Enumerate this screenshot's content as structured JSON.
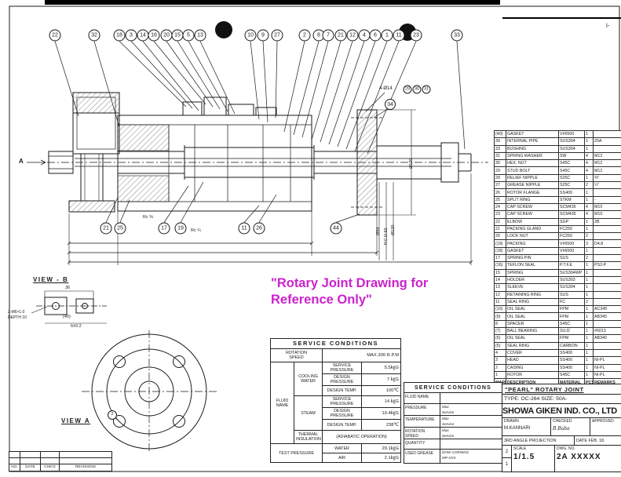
{
  "colors": {
    "ink": "#1a1a1a",
    "overlay_magenta": "#cc22cc"
  },
  "overlay": {
    "line1": "\"Rotary Joint Drawing for",
    "line2": "Reference Only\"",
    "color": "#cc22cc"
  },
  "views": {
    "view_a": "VIEW A",
    "view_b": "VIEW - B"
  },
  "labels": {
    "section_a": "A",
    "hole_note": "4-Ø14",
    "rc38": "Rc ⅜",
    "rc14": "Rc ¼",
    "dim_84": "Ø84",
    "dim_pcd": "P.C.D.92",
    "dim_120": "Ø120",
    "dim_120b": "Ø120",
    "corner_mark": "i-",
    "viewb_dim36": "36",
    "viewb_dim40": "(40)",
    "viewb_dim6": "6±0.2",
    "viewb_note1": "2-M6×1.0",
    "viewb_note2": "DEPTH 10"
  },
  "balloons": {
    "top": [
      "22",
      "32",
      "18",
      "3",
      "14",
      "16",
      "20",
      "15",
      "5",
      "13",
      "10",
      "9",
      "27",
      "2",
      "8",
      "7",
      "21",
      "12",
      "4",
      "6",
      "1",
      "11",
      "23",
      "33"
    ],
    "bottom": [
      "21",
      "25",
      "17",
      "19",
      "11",
      "26",
      "44"
    ],
    "hole": [
      "29",
      "30",
      "31"
    ],
    "flange": [
      "34"
    ],
    "view_a": [
      "2"
    ]
  },
  "parts_table": {
    "header": [
      "MARK",
      "DESCRIPTION",
      "MATERIAL",
      "PCS",
      "REMARKS"
    ],
    "rows": [
      [
        "(40)",
        "GASKET",
        "V#6500",
        "1",
        ""
      ],
      [
        "39",
        "INTERNAL PIPE",
        "SUS304",
        "1",
        "25A"
      ],
      [
        "33",
        "BUSHING",
        "SUS304",
        "1",
        ""
      ],
      [
        "31",
        "SPRING WASHER",
        "SW",
        "4",
        "M12"
      ],
      [
        "30",
        "HEX. NUT",
        "S45C",
        "4",
        "M12"
      ],
      [
        "29",
        "STUD BOLT",
        "S45C",
        "4",
        "M12"
      ],
      [
        "28",
        "RELIEF NIPPLE",
        "S25C",
        "1",
        "⅜\""
      ],
      [
        "27",
        "GREASE NIPPLE",
        "S25C",
        "2",
        "¼\""
      ],
      [
        "26",
        "ROTOR FLANGE",
        "SS400",
        "1",
        ""
      ],
      [
        "25",
        "SPLIT RING",
        "STKM",
        "1",
        "-"
      ],
      [
        "24",
        "CAP SCREW",
        "SCM435",
        "4",
        "M10"
      ],
      [
        "23",
        "CAP SCREW",
        "SCM435",
        "4",
        "M10"
      ],
      [
        "22",
        "ELBOW",
        "SGP",
        "1",
        "2B"
      ],
      [
        "21",
        "PACKING GLAND",
        "FC250",
        "1",
        ""
      ],
      [
        "20",
        "LOCK NUT",
        "FC250",
        "2",
        ""
      ],
      [
        "(19)",
        "PACKING",
        "V#6500",
        "3",
        "D4.8"
      ],
      [
        "(18)",
        "GASKET",
        "V#6500",
        "1",
        ""
      ],
      [
        "17",
        "SPRING PIN",
        "SUS",
        "2",
        ""
      ],
      [
        "(16)",
        "TEFLON SEAL",
        "P.T.F.E",
        "1",
        "PS2-P"
      ],
      [
        "15",
        "SPRING",
        "SUS304WP",
        "1",
        ""
      ],
      [
        "14",
        "HOLDER",
        "SUS303",
        "1",
        ""
      ],
      [
        "13",
        "SLEEVE",
        "SUS304",
        "1",
        ""
      ],
      [
        "12",
        "RETAINING RING",
        "SUS",
        "1",
        ""
      ],
      [
        "11",
        "SEAL RING",
        "FC",
        "2",
        ""
      ],
      [
        "(10)",
        "OIL SEAL",
        "FPM",
        "1",
        "AC345"
      ],
      [
        "(9)",
        "OIL SEAL",
        "FPM",
        "1",
        "AB345"
      ],
      [
        "8",
        "SPACER",
        "S45C",
        "1",
        ""
      ],
      [
        "(7)",
        "BALL BEARING",
        "SUJ2",
        "1",
        "#6013"
      ],
      [
        "(6)",
        "OIL SEAL",
        "FPM",
        "1",
        "AB340"
      ],
      [
        "(5)",
        "SEAL RING",
        "CARBON",
        "1",
        ""
      ],
      [
        "4",
        "COVER",
        "SS400",
        "1",
        ""
      ],
      [
        "3",
        "HEAD",
        "SS400",
        "1",
        "NI-PL"
      ],
      [
        "2",
        "CASING",
        "SS400",
        "1",
        "NI-PL"
      ],
      [
        "1",
        "ROTOR",
        "S45C",
        "1",
        "NI-PL"
      ]
    ]
  },
  "service": {
    "title": "SERVICE CONDITIONS",
    "rotation_label1": "ROTATION",
    "rotation_label2": "SPEED",
    "rotation_value": "MAX.300 R.P.M",
    "fluid_label": "FLUID NAME",
    "cooling_name": "COOLING WATER",
    "steam_name": "STEAM",
    "cooling_rows": [
      {
        "label": "SERVICE PRESSURE",
        "value": "5.5㎏G"
      },
      {
        "label": "DESIGN PRESSURE",
        "value": "7 ㎏G"
      },
      {
        "label": "DESIGN TEMP.",
        "value": "100℃"
      }
    ],
    "steam_rows": [
      {
        "label": "SERVICE PRESSURE",
        "value": "14 ㎏G"
      },
      {
        "label": "DESIGN PRESSURE",
        "value": "19.4㎏G"
      },
      {
        "label": "DESIGN TEMP.",
        "value": "238℃"
      }
    ],
    "thermal_label": "THERMAL INSULATION",
    "thermal_value": "(ADIABATIC OPERATION)",
    "test_label": "TEST PRESSURE",
    "test_rows": [
      {
        "label": "WATER",
        "value": "29.1㎏G"
      },
      {
        "label": "AIR",
        "value": "2.1㎏G"
      }
    ]
  },
  "blank_service": {
    "title": "SERVICE CONDITIONS",
    "rows": [
      {
        "label": "FLUID NAME",
        "sub": []
      },
      {
        "label": "PRESSURE",
        "sub": [
          "Max",
          "Service"
        ]
      },
      {
        "label": "TEMPERATURE",
        "sub": [
          "Max",
          "Service"
        ]
      },
      {
        "label": "ROTATION SPEED",
        "sub": [
          "Max",
          "Service"
        ]
      },
      {
        "label": "QUANTITY",
        "sub": []
      },
      {
        "label": "USED GREASE",
        "sub": [
          "DOW CORNING",
          "MP-XXX"
        ]
      }
    ]
  },
  "title_block": {
    "product": "\"PEARL\" ROTARY JOINT",
    "type_line": "TYPE: OC-264   SIZE: 50A-",
    "company": "SHOWA GIKEN IND. CO., LTD",
    "drawn_label": "DRAWN",
    "drawn_value": "M.KANNARI",
    "checked_label": "CHECKED",
    "checked_value": "B.Baba",
    "approved_label": "APPROVED",
    "approved_value": "",
    "projection": "3RD ANGLE PROJECTION",
    "date_line": "DATE  FEB. 18.",
    "rev_top": "2",
    "rev_bottom": "1",
    "scale_label": "SCALE",
    "scale_value": "1/1.5",
    "dwg_label": "DWG. NO.",
    "dwg_value": "2A XXXXX"
  },
  "revision_block": {
    "headers": [
      "NO.",
      "DATE",
      "CHK'D",
      "REVISIONS"
    ]
  }
}
